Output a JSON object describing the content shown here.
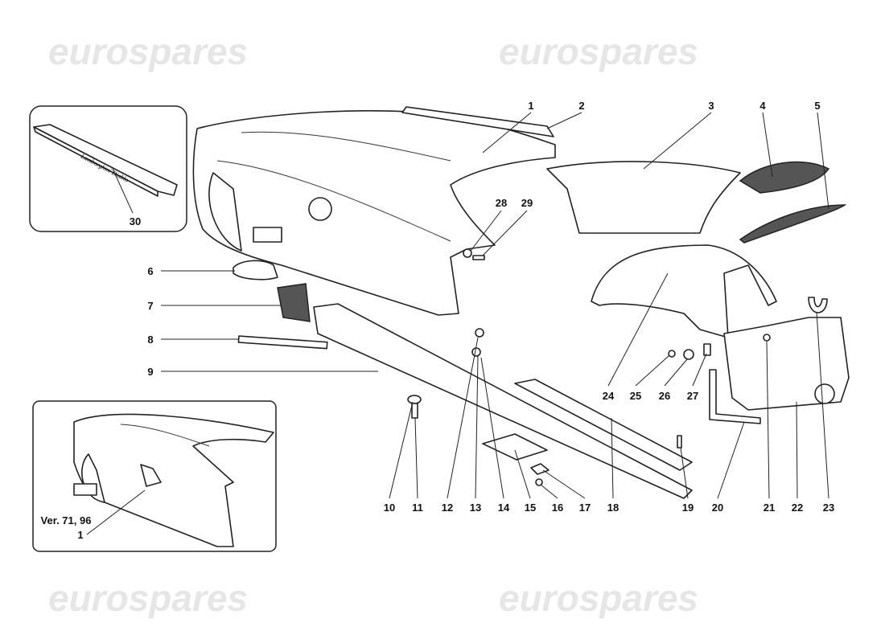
{
  "watermark": "eurospares",
  "badge_text": "Lamborghini Diablo",
  "inset_version_label": "Ver. 71, 96",
  "inset_part_label": "1",
  "callouts": [
    "1",
    "2",
    "3",
    "4",
    "5",
    "6",
    "7",
    "8",
    "9",
    "10",
    "11",
    "12",
    "13",
    "14",
    "15",
    "16",
    "17",
    "18",
    "19",
    "20",
    "21",
    "22",
    "23",
    "24",
    "25",
    "26",
    "27",
    "28",
    "29",
    "30"
  ]
}
